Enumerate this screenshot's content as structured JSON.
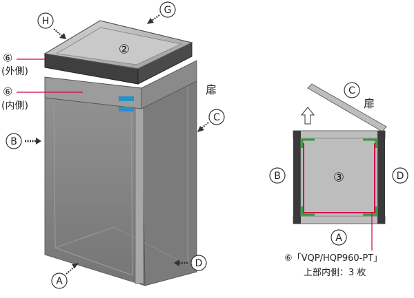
{
  "labels": {
    "h": "H",
    "g": "G",
    "c": "C",
    "b": "B",
    "d": "D",
    "a": "A",
    "top_panel": "②",
    "bottom_panel": "③",
    "part6": "⑥",
    "outer": "(外側)",
    "inner": "(内側)",
    "door": "扉"
  },
  "note": {
    "line1": "⑥「VQP/HQP960-PT」",
    "line2": "上部内側：3 枚"
  },
  "colors": {
    "frame": "#4a4a4a",
    "panel": "#bdbdbd",
    "accent_red": "#d0004a",
    "accent_green": "#2f9e3a",
    "label_blue": "#2a8fc8"
  }
}
